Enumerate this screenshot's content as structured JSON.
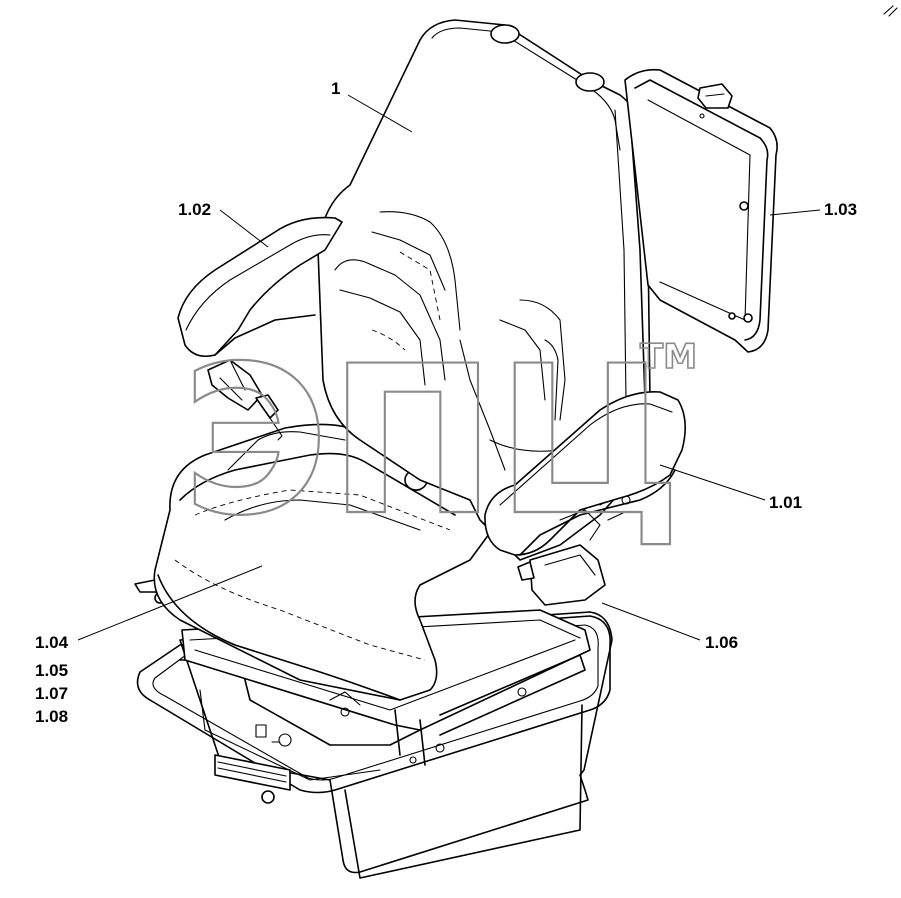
{
  "watermark": {
    "text": "ЭПЦ",
    "trademark": "TM"
  },
  "callouts": [
    {
      "id": "c1",
      "text": "1"
    },
    {
      "id": "c102",
      "text": "1.02"
    },
    {
      "id": "c103",
      "text": "1.03"
    },
    {
      "id": "c101",
      "text": "1.01"
    },
    {
      "id": "c106",
      "text": "1.06"
    },
    {
      "id": "c104",
      "text": "1.04"
    },
    {
      "id": "c105",
      "text": "1.05"
    },
    {
      "id": "c107",
      "text": "1.07"
    },
    {
      "id": "c108",
      "text": "1.08"
    }
  ],
  "colors": {
    "line": "#000000",
    "watermark": "#8a8a8a",
    "background": "#ffffff"
  }
}
